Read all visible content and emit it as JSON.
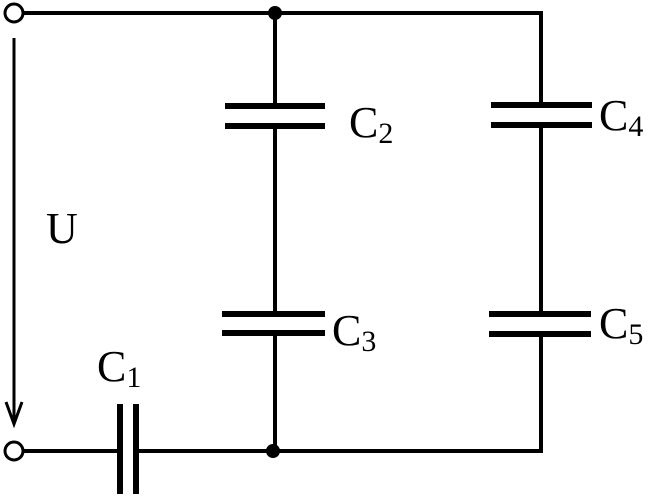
{
  "diagram": {
    "type": "capacitor-circuit",
    "stroke_color": "#000000",
    "background": "#ffffff",
    "voltage_label": "U",
    "capacitors": [
      {
        "id": "C1",
        "letter": "C",
        "subscript": "1",
        "orientation": "vertical-plates"
      },
      {
        "id": "C2",
        "letter": "C",
        "subscript": "2",
        "orientation": "horizontal-plates"
      },
      {
        "id": "C3",
        "letter": "C",
        "subscript": "3",
        "orientation": "horizontal-plates"
      },
      {
        "id": "C4",
        "letter": "C",
        "subscript": "4",
        "orientation": "horizontal-plates"
      },
      {
        "id": "C5",
        "letter": "C",
        "subscript": "5",
        "orientation": "horizontal-plates"
      }
    ],
    "terminals": [
      "top-left terminal",
      "bottom-left terminal"
    ],
    "junctions": [
      "top junction",
      "bottom junction"
    ]
  }
}
